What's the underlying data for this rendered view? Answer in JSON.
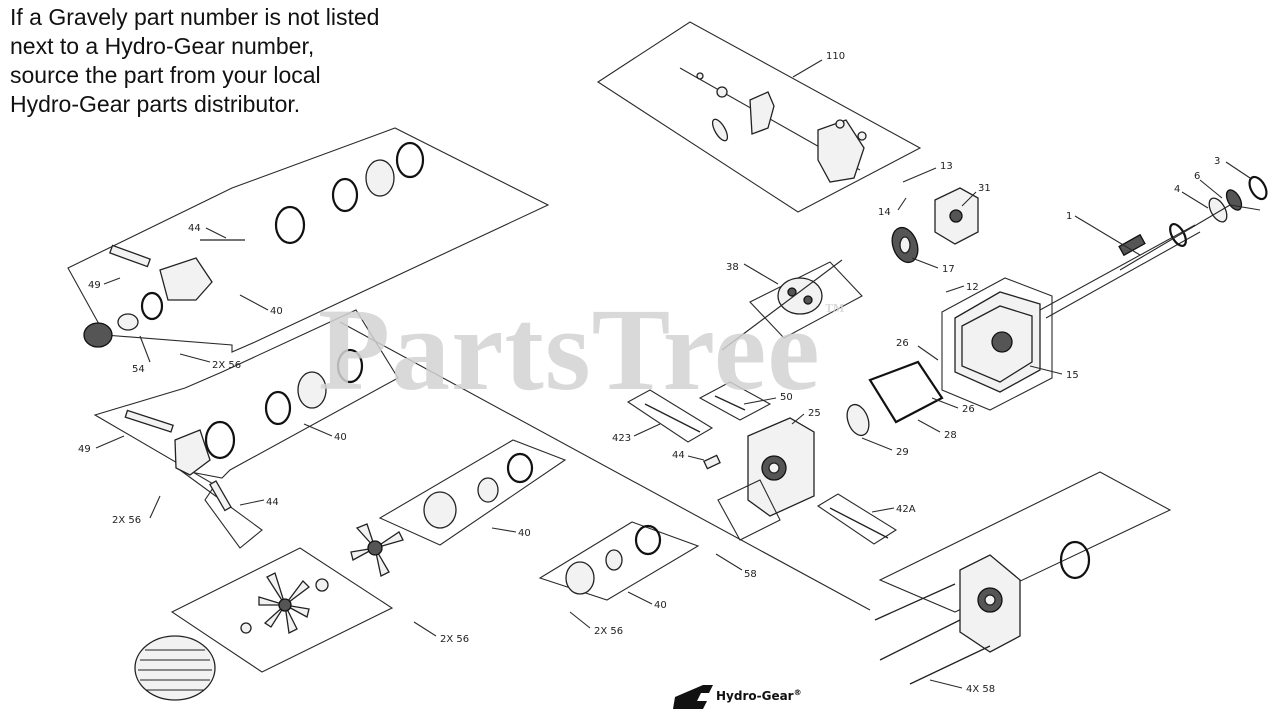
{
  "notice": {
    "line1": "If a Gravely part number is not listed",
    "line2": "next to a Hydro-Gear number,",
    "line3": "source the part from your local",
    "line4": "Hydro-Gear parts distributor."
  },
  "watermark": {
    "text": "PartsTree",
    "tm": "™"
  },
  "brand": {
    "name": "Hydro-Gear",
    "reg": "®"
  },
  "callouts": [
    {
      "id": "c110",
      "text": "110"
    },
    {
      "id": "c13",
      "text": "13"
    },
    {
      "id": "c14",
      "text": "14"
    },
    {
      "id": "c31",
      "text": "31"
    },
    {
      "id": "c3",
      "text": "3"
    },
    {
      "id": "c6",
      "text": "6"
    },
    {
      "id": "c4",
      "text": "4"
    },
    {
      "id": "c1",
      "text": "1"
    },
    {
      "id": "c17",
      "text": "17"
    },
    {
      "id": "c38",
      "text": "38"
    },
    {
      "id": "c12",
      "text": "12"
    },
    {
      "id": "c26a",
      "text": "26"
    },
    {
      "id": "c15",
      "text": "15"
    },
    {
      "id": "c26b",
      "text": "26"
    },
    {
      "id": "c28",
      "text": "28"
    },
    {
      "id": "c29",
      "text": "29"
    },
    {
      "id": "c25",
      "text": "25"
    },
    {
      "id": "c50",
      "text": "50"
    },
    {
      "id": "c423",
      "text": "423"
    },
    {
      "id": "c44d",
      "text": "44"
    },
    {
      "id": "c42a",
      "text": "42A"
    },
    {
      "id": "c58",
      "text": "58"
    },
    {
      "id": "c40d",
      "text": "40"
    },
    {
      "id": "c2x56c",
      "text": "2X 56"
    },
    {
      "id": "c4x58",
      "text": "4X 58"
    },
    {
      "id": "c44a",
      "text": "44"
    },
    {
      "id": "c49a",
      "text": "49"
    },
    {
      "id": "c40a",
      "text": "40"
    },
    {
      "id": "c54",
      "text": "54"
    },
    {
      "id": "c2x56a",
      "text": "2X 56"
    },
    {
      "id": "c40b",
      "text": "40"
    },
    {
      "id": "c49b",
      "text": "49"
    },
    {
      "id": "c44b",
      "text": "44"
    },
    {
      "id": "c2x56b",
      "text": "2X 56"
    },
    {
      "id": "c40c",
      "text": "40"
    },
    {
      "id": "c2x56d",
      "text": "2X 56"
    }
  ]
}
